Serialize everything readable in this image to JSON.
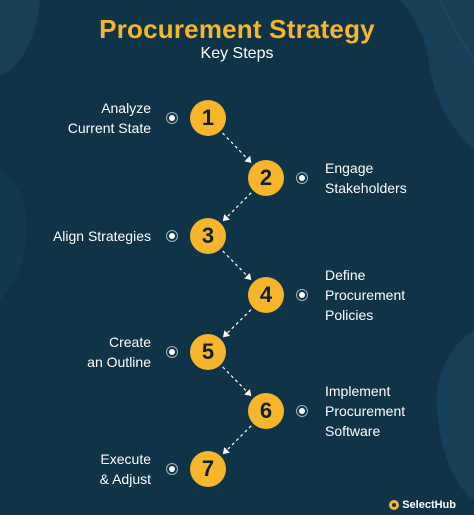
{
  "header": {
    "title": "Procurement Strategy",
    "subtitle": "Key Steps"
  },
  "steps": [
    {
      "number": "1",
      "label": "Analyze\nCurrent State",
      "side": "left"
    },
    {
      "number": "2",
      "label": "Engage\nStakeholders",
      "side": "right"
    },
    {
      "number": "3",
      "label": "Align Strategies",
      "side": "left"
    },
    {
      "number": "4",
      "label": "Define\nProcurement\nPolicies",
      "side": "right"
    },
    {
      "number": "5",
      "label": "Create\nan Outline",
      "side": "left"
    },
    {
      "number": "6",
      "label": "Implement\nProcurement\nSoftware",
      "side": "right"
    },
    {
      "number": "7",
      "label": "Execute\n& Adjust",
      "side": "left"
    }
  ],
  "brand": {
    "name": "SelectHub"
  },
  "colors": {
    "background": "#0f3347",
    "accent": "#f7b52c",
    "text": "#ffffff"
  }
}
